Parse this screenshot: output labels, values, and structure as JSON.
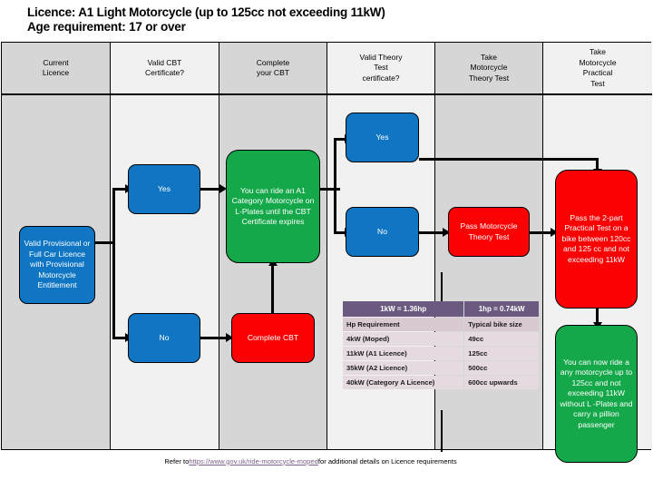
{
  "title": {
    "line1": "Licence: A1 Light Motorcycle (up to 125cc not exceeding 11kW)",
    "line2": "Age requirement: 17 or over"
  },
  "lanes": [
    {
      "id": "current-licence",
      "label": "Current\nLicence"
    },
    {
      "id": "valid-cbt-certificate",
      "label": "Valid CBT\nCertificate?"
    },
    {
      "id": "complete-your-cbt",
      "label": "Complete\nyour CBT"
    },
    {
      "id": "valid-theory-test",
      "label": "Valid Theory\nTest\ncertificate?"
    },
    {
      "id": "take-theory-test",
      "label": "Take\nMotorcycle\nTheory Test"
    },
    {
      "id": "take-practical-test",
      "label": "Take\nMotorcycle\nPractical\nTest"
    }
  ],
  "nodes": {
    "start_licence": "Valid Provisional or Full Car Licence with Provisional Motorcycle Entitlement",
    "cbt_yes": "Yes",
    "cbt_no": "No",
    "can_ride_l_plates": "You can ride an A1 Category Motorcycle on L-Plates until the CBT Certificate expires",
    "complete_cbt": "Complete CBT",
    "theory_yes": "Yes",
    "theory_no": "No",
    "pass_theory_test": "Pass Motorcycle Theory Test",
    "pass_practical_test": "Pass the 2-part Practical Test on a bike between 120cc and 125 cc and not exceeding 11kW",
    "final_outcome": "You can now ride a any motorcycle up to 125cc and not exceeding 11kW without L -Plates and carry a pillion passenger"
  },
  "spec_table": {
    "header": [
      "1kW = 1.36hp",
      "1hp = 0.74kW"
    ],
    "columns": [
      "Hp Requirement",
      "Typical bike size"
    ],
    "rows": [
      [
        "4kW (Moped)",
        "49cc"
      ],
      [
        "11kW (A1 Licence)",
        "125cc"
      ],
      [
        "35kW (A2 Licence)",
        "500cc"
      ],
      [
        "40kW (Category A Licence)",
        "600cc upwards"
      ]
    ]
  },
  "footer": {
    "prefix": "Refer to ",
    "link": "https://www.gov.uk/ride-motorcycle-moped",
    "suffix": " for additional details on Licence requirements"
  },
  "colors": {
    "blue": "#1076c4",
    "green": "#15a84a",
    "red": "#fb0104",
    "lane_shaded": "#d6d6d6",
    "lane_plain": "#f1f1f1",
    "table_header": "#6b5a80",
    "table_sub": "#d9c9d3",
    "table_row": "#e6dae1",
    "link": "#7a5f8a"
  }
}
